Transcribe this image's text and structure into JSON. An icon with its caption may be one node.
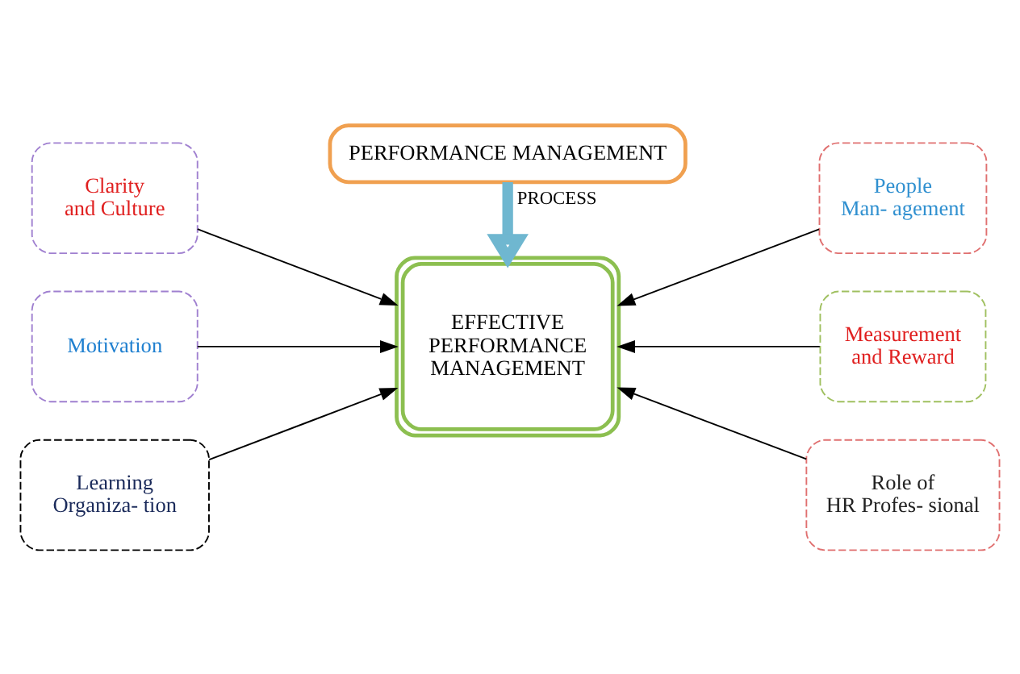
{
  "diagram": {
    "nodes": [
      {
        "text": [
          "PERFORMANCE MANAGEMENT"
        ]
      },
      {
        "text": [
          "EFFECTIVE PERFORMANCE MANAGEMENT"
        ]
      },
      {
        "text": [
          "Clarity and Culture"
        ]
      },
      {
        "text": [
          "Motivation"
        ]
      },
      {
        "text": [
          "Learning Organiza- tion"
        ]
      },
      {
        "text": [
          "People Man- agement"
        ]
      },
      {
        "text": [
          "Measurement and Reward"
        ]
      },
      {
        "text": [
          "Role of HR Profes- sional"
        ]
      }
    ],
    "edges": [
      {
        "from": 0,
        "to": 1,
        "arrow": "to",
        "label": "PROCESS",
        "style": "thick",
        "color": "#6fb7d0"
      },
      {
        "from": 2,
        "to": 1,
        "arrow": "to"
      },
      {
        "from": 3,
        "to": 1,
        "arrow": "to"
      },
      {
        "from": 4,
        "to": 1,
        "arrow": "to"
      },
      {
        "from": 5,
        "to": 1,
        "arrow": "to"
      },
      {
        "from": 6,
        "to": 1,
        "arrow": "to"
      },
      {
        "from": 7,
        "to": 1,
        "arrow": "to"
      }
    ]
  }
}
